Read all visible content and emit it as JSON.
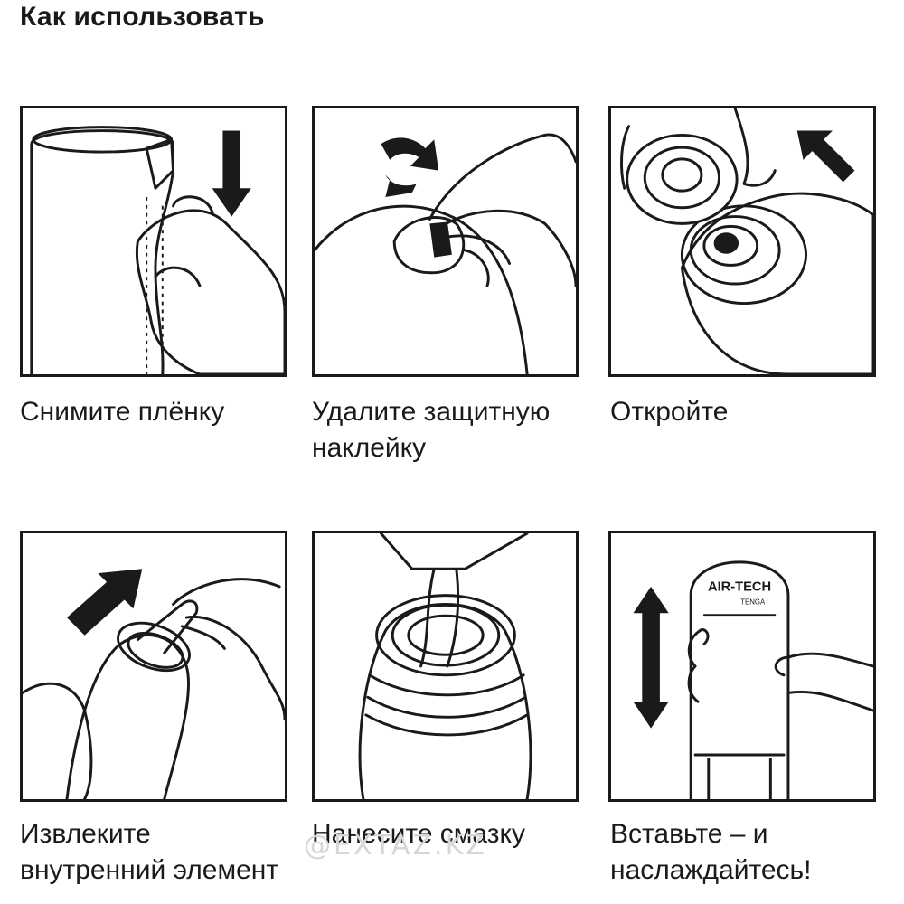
{
  "title": "Как использовать",
  "steps": [
    {
      "line1": "Снимите плёнку",
      "line2": ""
    },
    {
      "line1": "Удалите защитную",
      "line2": "наклейку"
    },
    {
      "line1": "Откройте",
      "line2": ""
    },
    {
      "line1": "Извлеките",
      "line2": "внутренний элемент"
    },
    {
      "line1": "Нанесите смазку",
      "line2": ""
    },
    {
      "line1": "Вставьте – и",
      "line2": "наслаждайтесь!"
    }
  ],
  "product_label": {
    "brand": "AIR-TECH",
    "sub": "TENGA"
  },
  "watermark": "@EXTAZ.KZ"
}
